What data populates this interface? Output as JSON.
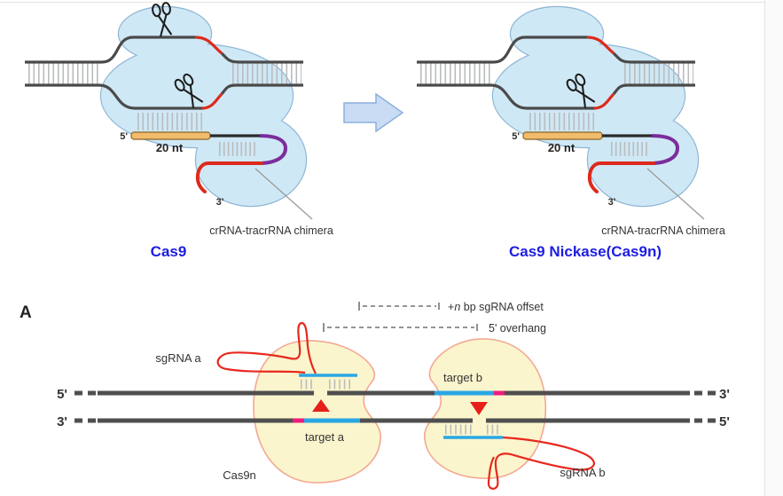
{
  "figure": {
    "shared": {
      "five_prime": "5'",
      "three_prime": "3'",
      "twenty_nt": "20 nt",
      "chimera": "crRNA-tracrRNA chimera"
    },
    "cas9_panel": {
      "title": "Cas9"
    },
    "cas9n_panel": {
      "title": "Cas9 Nickase(Cas9n)"
    },
    "panel_a": {
      "panel_letter": "A",
      "measurements": {
        "offset_plus": "+",
        "offset_var": "n",
        "offset_suffix": " bp sgRNA offset",
        "overhang": "5' overhang"
      },
      "strand_labels": {
        "top_left": "5'",
        "top_right": "3'",
        "bottom_left": "3'",
        "bottom_right": "5'"
      },
      "sgrna_a": "sgRNA a",
      "sgrna_b": "sgRNA b",
      "target_a": "target a",
      "target_b": "target b",
      "cas9n": "Cas9n"
    },
    "colors": {
      "cas9_blob_fill": "#cfe8f5",
      "cas9_blob_border": "#8fb6d6",
      "dna_dark": "#4a4a4a",
      "pam_red": "#dd2a1c",
      "tracr_purple": "#7b2d9b",
      "guide_orange": "#f1bc6b",
      "title_blue": "#1d1de0",
      "nickase_yellow": "#fbf5cd",
      "nickase_border": "#f3a893",
      "target_blue": "#2aa7e3",
      "pam_magenta": "#ed1c7c",
      "nick_triangle_red": "#e62019",
      "arrow_blue": "#c9dcf3"
    }
  }
}
